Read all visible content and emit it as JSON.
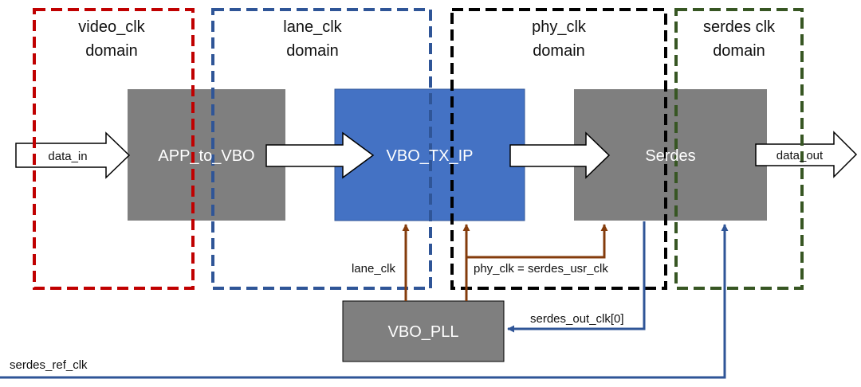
{
  "domains": {
    "video": {
      "line1": "video_clk",
      "line2": "domain",
      "color": "#c00000"
    },
    "lane": {
      "line1": "lane_clk",
      "line2": "domain",
      "color": "#2f5597"
    },
    "phy": {
      "line1": "phy_clk",
      "line2": "domain",
      "color": "#000000"
    },
    "serdes": {
      "line1": "serdes clk",
      "line2": "domain",
      "color": "#375623"
    }
  },
  "blocks": {
    "app_to_vbo": {
      "label": "APP_to_VBO",
      "color": "#7f7f7f"
    },
    "vbo_tx_ip": {
      "label": "VBO_TX_IP",
      "color": "#4472c4"
    },
    "serdes": {
      "label": "Serdes",
      "color": "#7f7f7f"
    },
    "vbo_pll": {
      "label": "VBO_PLL",
      "color": "#7f7f7f"
    }
  },
  "signals": {
    "data_in": "data_in",
    "data_out": "data_out",
    "lane_clk": "lane_clk",
    "phy_clk": "phy_clk = serdes_usr_clk",
    "serdes_out_clk": "serdes_out_clk[0]",
    "serdes_ref_clk": "serdes_ref_clk"
  },
  "colors": {
    "pll_clock": "#843c0c",
    "serdes_clock": "#2f5597",
    "arrow_outline": "#000000"
  }
}
